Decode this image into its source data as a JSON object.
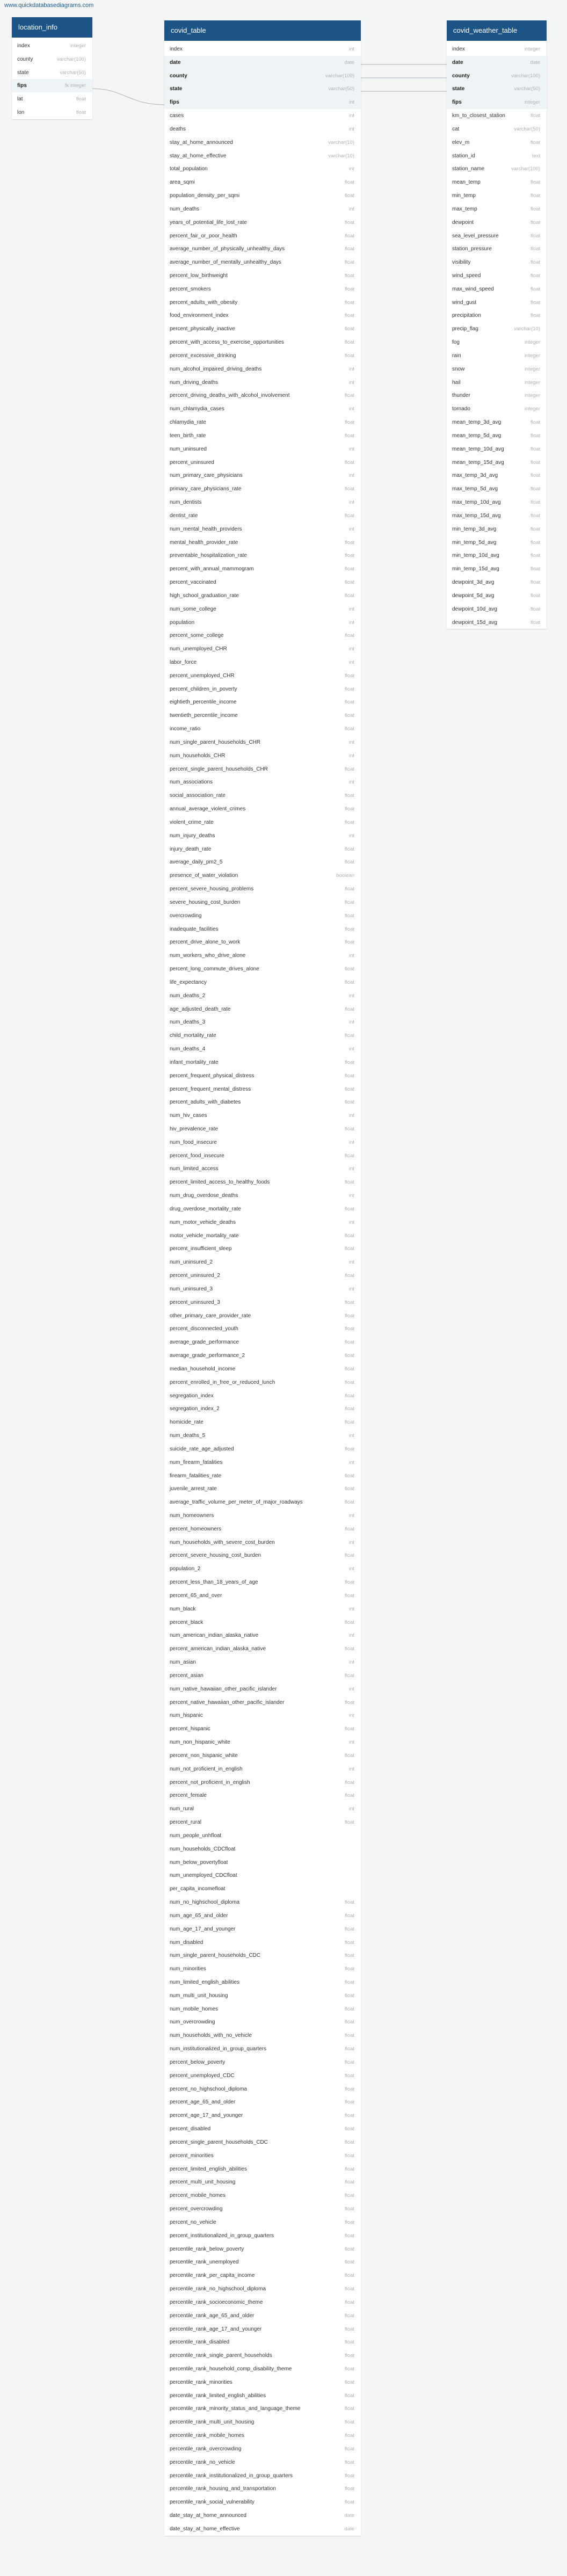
{
  "watermark": "www.quickdatabasediagrams.com",
  "tables": [
    {
      "name": "location_info",
      "columns": [
        [
          "index",
          "integer"
        ],
        [
          "county",
          "varchar(100)"
        ],
        [
          "state",
          "varchar(50)"
        ],
        [
          "fips",
          "fk integer"
        ],
        [
          "lat",
          "float"
        ],
        [
          "lon",
          "float"
        ]
      ]
    },
    {
      "name": "covid_table",
      "columns": [
        [
          "index",
          "int"
        ],
        [
          "date",
          "date"
        ],
        [
          "county",
          "varchar(100)"
        ],
        [
          "state",
          "varchar(50)"
        ],
        [
          "fips",
          "int"
        ],
        [
          "cases",
          "int"
        ],
        [
          "deaths",
          "int"
        ],
        [
          "stay_at_home_announced",
          "varchar(10)"
        ],
        [
          "stay_at_home_effective",
          "varchar(10)"
        ],
        [
          "total_population",
          "int"
        ],
        [
          "area_sqmi",
          "float"
        ],
        [
          "population_density_per_sqmi",
          "float"
        ],
        [
          "num_deaths",
          "int"
        ],
        [
          "years_of_potential_life_lost_rate",
          "float"
        ],
        [
          "percent_fair_or_poor_health",
          "float"
        ],
        [
          "average_number_of_physically_unhealthy_days",
          "float"
        ],
        [
          "average_number_of_mentally_unhealthy_days",
          "float"
        ],
        [
          "percent_low_birthweight",
          "float"
        ],
        [
          "percent_smokers",
          "float"
        ],
        [
          "percent_adults_with_obesity",
          "float"
        ],
        [
          "food_environment_index",
          "float"
        ],
        [
          "percent_physically_inactive",
          "float"
        ],
        [
          "percent_with_access_to_exercise_opportunities",
          "float"
        ],
        [
          "percent_excessive_drinking",
          "float"
        ],
        [
          "num_alcohol_impaired_driving_deaths",
          "int"
        ],
        [
          "num_driving_deaths",
          "int"
        ],
        [
          "percent_driving_deaths_with_alcohol_involvement",
          "float"
        ],
        [
          "num_chlamydia_cases",
          "int"
        ],
        [
          "chlamydia_rate",
          "float"
        ],
        [
          "teen_birth_rate",
          "float"
        ],
        [
          "num_uninsured",
          "int"
        ],
        [
          "percent_uninsured",
          "float"
        ],
        [
          "num_primary_care_physicians",
          "int"
        ],
        [
          "primary_care_physicians_rate",
          "float"
        ],
        [
          "num_dentists",
          "int"
        ],
        [
          "dentist_rate",
          "float"
        ],
        [
          "num_mental_health_providers",
          "int"
        ],
        [
          "mental_health_provider_rate",
          "float"
        ],
        [
          "preventable_hospitalization_rate",
          "float"
        ],
        [
          "percent_with_annual_mammogram",
          "float"
        ],
        [
          "percent_vaccinated",
          "float"
        ],
        [
          "high_school_graduation_rate",
          "float"
        ],
        [
          "num_some_college",
          "int"
        ],
        [
          "population",
          "int"
        ],
        [
          "percent_some_college",
          "float"
        ],
        [
          "num_unemployed_CHR",
          "int"
        ],
        [
          "labor_force",
          "int"
        ],
        [
          "percent_unemployed_CHR",
          "float"
        ],
        [
          "percent_children_in_poverty",
          "float"
        ],
        [
          "eightieth_percentile_income",
          "float"
        ],
        [
          "twentieth_percentile_income",
          "float"
        ],
        [
          "income_ratio",
          "float"
        ],
        [
          "num_single_parent_households_CHR",
          "int"
        ],
        [
          "num_households_CHR",
          "int"
        ],
        [
          "percent_single_parent_households_CHR",
          "float"
        ],
        [
          "num_associations",
          "int"
        ],
        [
          "social_association_rate",
          "float"
        ],
        [
          "annual_average_violent_crimes",
          "float"
        ],
        [
          "violent_crime_rate",
          "float"
        ],
        [
          "num_injury_deaths",
          "int"
        ],
        [
          "injury_death_rate",
          "float"
        ],
        [
          "average_daily_pm2_5",
          "float"
        ],
        [
          "presence_of_water_violation",
          "boolean"
        ],
        [
          "percent_severe_housing_problems",
          "float"
        ],
        [
          "severe_housing_cost_burden",
          "float"
        ],
        [
          "overcrowding",
          "float"
        ],
        [
          "inadequate_facilities",
          "float"
        ],
        [
          "percent_drive_alone_to_work",
          "float"
        ],
        [
          "num_workers_who_drive_alone",
          "int"
        ],
        [
          "percent_long_commute_drives_alone",
          "float"
        ],
        [
          "life_expectancy",
          "float"
        ],
        [
          "num_deaths_2",
          "int"
        ],
        [
          "age_adjusted_death_rate",
          "float"
        ],
        [
          "num_deaths_3",
          "int"
        ],
        [
          "child_mortality_rate",
          "float"
        ],
        [
          "num_deaths_4",
          "int"
        ],
        [
          "infant_mortality_rate",
          "float"
        ],
        [
          "percent_frequent_physical_distress",
          "float"
        ],
        [
          "percent_frequent_mental_distress",
          "float"
        ],
        [
          "percent_adults_with_diabetes",
          "float"
        ],
        [
          "num_hiv_cases",
          "int"
        ],
        [
          "hiv_prevalence_rate",
          "float"
        ],
        [
          "num_food_insecure",
          "int"
        ],
        [
          "percent_food_insecure",
          "float"
        ],
        [
          "num_limited_access",
          "int"
        ],
        [
          "percent_limited_access_to_healthy_foods",
          "float"
        ],
        [
          "num_drug_overdose_deaths",
          "int"
        ],
        [
          "drug_overdose_mortality_rate",
          "float"
        ],
        [
          "num_motor_vehicle_deaths",
          "int"
        ],
        [
          "motor_vehicle_mortality_rate",
          "float"
        ],
        [
          "percent_insufficient_sleep",
          "float"
        ],
        [
          "num_uninsured_2",
          "int"
        ],
        [
          "percent_uninsured_2",
          "float"
        ],
        [
          "num_uninsured_3",
          "int"
        ],
        [
          "percent_uninsured_3",
          "float"
        ],
        [
          "other_primary_care_provider_rate",
          "float"
        ],
        [
          "percent_disconnected_youth",
          "float"
        ],
        [
          "average_grade_performance",
          "float"
        ],
        [
          "average_grade_performance_2",
          "float"
        ],
        [
          "median_household_income",
          "float"
        ],
        [
          "percent_enrolled_in_free_or_reduced_lunch",
          "float"
        ],
        [
          "segregation_index",
          "float"
        ],
        [
          "segregation_index_2",
          "float"
        ],
        [
          "homicide_rate",
          "float"
        ],
        [
          "num_deaths_5",
          "int"
        ],
        [
          "suicide_rate_age_adjusted",
          "float"
        ],
        [
          "num_firearm_fatalities",
          "int"
        ],
        [
          "firearm_fatalities_rate",
          "float"
        ],
        [
          "juvenile_arrest_rate",
          "float"
        ],
        [
          "average_traffic_volume_per_meter_of_major_roadways",
          "float"
        ],
        [
          "num_homeowners",
          "int"
        ],
        [
          "percent_homeowners",
          "float"
        ],
        [
          "num_households_with_severe_cost_burden",
          "int"
        ],
        [
          "percent_severe_housing_cost_burden",
          "float"
        ],
        [
          "population_2",
          "int"
        ],
        [
          "percent_less_than_18_years_of_age",
          "float"
        ],
        [
          "percent_65_and_over",
          "float"
        ],
        [
          "num_black",
          "int"
        ],
        [
          "percent_black",
          "float"
        ],
        [
          "num_american_indian_alaska_native",
          "int"
        ],
        [
          "percent_american_indian_alaska_native",
          "float"
        ],
        [
          "num_asian",
          "int"
        ],
        [
          "percent_asian",
          "float"
        ],
        [
          "num_native_hawaiian_other_pacific_islander",
          "int"
        ],
        [
          "percent_native_hawaiian_other_pacific_islander",
          "float"
        ],
        [
          "num_hispanic",
          "int"
        ],
        [
          "percent_hispanic",
          "float"
        ],
        [
          "num_non_hispanic_white",
          "int"
        ],
        [
          "percent_non_hispanic_white",
          "float"
        ],
        [
          "num_not_proficient_in_english",
          "int"
        ],
        [
          "percent_not_proficient_in_english",
          "float"
        ],
        [
          "percent_female",
          "float"
        ],
        [
          "num_rural",
          "int"
        ],
        [
          "percent_rural",
          "float"
        ],
        [
          "num_people_unhfloat",
          ""
        ],
        [
          "num_households_CDCfloat",
          ""
        ],
        [
          "num_below_povertyfloat",
          ""
        ],
        [
          "num_unemployed_CDCfloat",
          ""
        ],
        [
          "per_capita_incomefloat",
          ""
        ],
        [
          "num_no_highschool_diploma",
          "float"
        ],
        [
          "num_age_65_and_older",
          "float"
        ],
        [
          "num_age_17_and_younger",
          "float"
        ],
        [
          "num_disabled",
          "float"
        ],
        [
          "num_single_parent_households_CDC",
          "float"
        ],
        [
          "num_minorities",
          "float"
        ],
        [
          "num_limited_english_abilities",
          "float"
        ],
        [
          "num_multi_unit_housing",
          "float"
        ],
        [
          "num_mobile_homes",
          "float"
        ],
        [
          "num_overcrowding",
          "float"
        ],
        [
          "num_households_with_no_vehicle",
          "float"
        ],
        [
          "num_institutionalized_in_group_quarters",
          "float"
        ],
        [
          "percent_below_poverty",
          "float"
        ],
        [
          "percent_unemployed_CDC",
          "float"
        ],
        [
          "percent_no_highschool_diploma",
          "float"
        ],
        [
          "percent_age_65_and_older",
          "float"
        ],
        [
          "percent_age_17_and_younger",
          "float"
        ],
        [
          "percent_disabled",
          "float"
        ],
        [
          "percent_single_parent_households_CDC",
          "float"
        ],
        [
          "percent_minorities",
          "float"
        ],
        [
          "percent_limited_english_abilities",
          "float"
        ],
        [
          "percent_multi_unit_housing",
          "float"
        ],
        [
          "percent_mobile_homes",
          "float"
        ],
        [
          "percent_overcrowding",
          "float"
        ],
        [
          "percent_no_vehicle",
          "float"
        ],
        [
          "percent_institutionalized_in_group_quarters",
          "float"
        ],
        [
          "percentile_rank_below_poverty",
          "float"
        ],
        [
          "percentile_rank_unemployed",
          "float"
        ],
        [
          "percentile_rank_per_capita_income",
          "float"
        ],
        [
          "percentile_rank_no_highschool_diploma",
          "float"
        ],
        [
          "percentile_rank_socioeconomic_theme",
          "float"
        ],
        [
          "percentile_rank_age_65_and_older",
          "float"
        ],
        [
          "percentile_rank_age_17_and_younger",
          "float"
        ],
        [
          "percentile_rank_disabled",
          "float"
        ],
        [
          "percentile_rank_single_parent_households",
          "float"
        ],
        [
          "percentile_rank_household_comp_disability_theme",
          "float"
        ],
        [
          "percentile_rank_minorities",
          "float"
        ],
        [
          "percentile_rank_limited_english_abilities",
          "float"
        ],
        [
          "percentile_rank_minority_status_and_language_theme",
          "float"
        ],
        [
          "percentile_rank_multi_unit_housing",
          "float"
        ],
        [
          "percentile_rank_mobile_homes",
          "float"
        ],
        [
          "percentile_rank_overcrowding",
          "float"
        ],
        [
          "percentile_rank_no_vehicle",
          "float"
        ],
        [
          "percentile_rank_institutionalized_in_group_quarters",
          "float"
        ],
        [
          "percentile_rank_housing_and_transportation",
          "float"
        ],
        [
          "percentile_rank_social_vulnerability",
          "float"
        ],
        [
          "date_stay_at_home_announced",
          "date"
        ],
        [
          "date_stay_at_home_effective",
          "date"
        ]
      ]
    },
    {
      "name": "covid_weather_table",
      "columns": [
        [
          "index",
          "integer"
        ],
        [
          "date",
          "date"
        ],
        [
          "county",
          "varchar(100)"
        ],
        [
          "state",
          "varchar(50)"
        ],
        [
          "fips",
          "integer"
        ],
        [
          "km_to_closest_station",
          "float"
        ],
        [
          "cat",
          "varchar(50)"
        ],
        [
          "elev_m",
          "float"
        ],
        [
          "station_id",
          "text"
        ],
        [
          "station_name",
          "varchar(100)"
        ],
        [
          "mean_temp",
          "float"
        ],
        [
          "min_temp",
          "float"
        ],
        [
          "max_temp",
          "float"
        ],
        [
          "dewpoint",
          "float"
        ],
        [
          "sea_level_pressure",
          "float"
        ],
        [
          "station_pressure",
          "float"
        ],
        [
          "visibility",
          "float"
        ],
        [
          "wind_speed",
          "float"
        ],
        [
          "max_wind_speed",
          "float"
        ],
        [
          "wind_gust",
          "float"
        ],
        [
          "precipitation",
          "float"
        ],
        [
          "precip_flag",
          "varchar(10)"
        ],
        [
          "fog",
          "integer"
        ],
        [
          "rain",
          "integer"
        ],
        [
          "snow",
          "integer"
        ],
        [
          "hail",
          "integer"
        ],
        [
          "thunder",
          "integer"
        ],
        [
          "tornado",
          "integer"
        ],
        [
          "mean_temp_3d_avg",
          "float"
        ],
        [
          "mean_temp_5d_avg",
          "float"
        ],
        [
          "mean_temp_10d_avg",
          "float"
        ],
        [
          "mean_temp_15d_avg",
          "float"
        ],
        [
          "max_temp_3d_avg",
          "float"
        ],
        [
          "max_temp_5d_avg",
          "float"
        ],
        [
          "max_temp_10d_avg",
          "float"
        ],
        [
          "max_temp_15d_avg",
          "float"
        ],
        [
          "min_temp_3d_avg",
          "float"
        ],
        [
          "min_temp_5d_avg",
          "float"
        ],
        [
          "min_temp_10d_avg",
          "float"
        ],
        [
          "min_temp_15d_avg",
          "float"
        ],
        [
          "dewpoint_3d_avg",
          "float"
        ],
        [
          "dewpoint_5d_avg",
          "float"
        ],
        [
          "dewpoint_10d_avg",
          "float"
        ],
        [
          "dewpoint_15d_avg",
          "float"
        ]
      ]
    }
  ]
}
